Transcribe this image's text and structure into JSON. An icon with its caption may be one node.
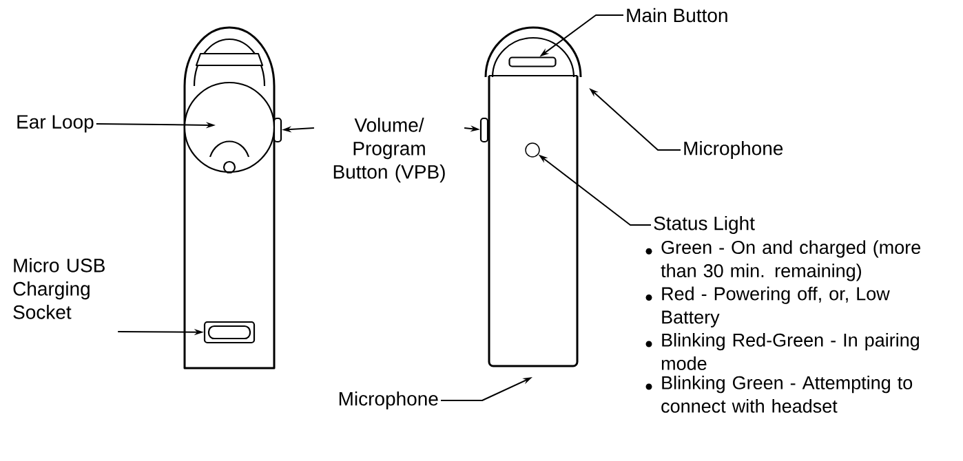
{
  "diagram": {
    "nodes": [
      {
        "text": [
          "Main Button"
        ]
      },
      {
        "text": [
          "Ear Loop"
        ]
      },
      {
        "text": [
          "Volume/ Program Button (VPB)"
        ]
      },
      {
        "text": [
          "Microphone"
        ]
      },
      {
        "text": [
          "Status Light"
        ],
        "beside": [
          "Green - On and charged (more than 30 min. remaining)",
          "Red - Powering off, or, Low Battery",
          "Blinking Red-Green - In pairing mode",
          "Blinking Green - Attempting to connect with headset"
        ]
      },
      {
        "text": [
          "Micro USB Charging Socket"
        ]
      },
      {
        "text": [
          "Microphone"
        ]
      },
      {
        "text": [],
        "shape": "picture"
      },
      {
        "text": [],
        "shape": "picture"
      },
      {
        "text": [],
        "shape": "circle",
        "in": 7
      },
      {
        "text": [],
        "shape": "box"
      },
      {
        "text": [],
        "shape": "box",
        "in": 7
      },
      {
        "text": [],
        "shape": "box",
        "in": 8
      },
      {
        "text": [],
        "shape": "box"
      },
      {
        "text": [],
        "shape": "circle",
        "in": 8
      }
    ],
    "edges": [
      {
        "from": 0,
        "to": 12,
        "arrow": "to"
      },
      {
        "from": 1,
        "to": 9,
        "arrow": "to"
      },
      {
        "from": 2,
        "to": 10,
        "arrow": "to"
      },
      {
        "from": 2,
        "to": 13,
        "arrow": "to"
      },
      {
        "from": 3,
        "to": 8,
        "arrow": "to"
      },
      {
        "from": 4,
        "to": 14,
        "arrow": "to"
      },
      {
        "from": 5,
        "to": 11,
        "arrow": "to"
      },
      {
        "from": 6,
        "to": 8,
        "arrow": "to"
      }
    ]
  }
}
